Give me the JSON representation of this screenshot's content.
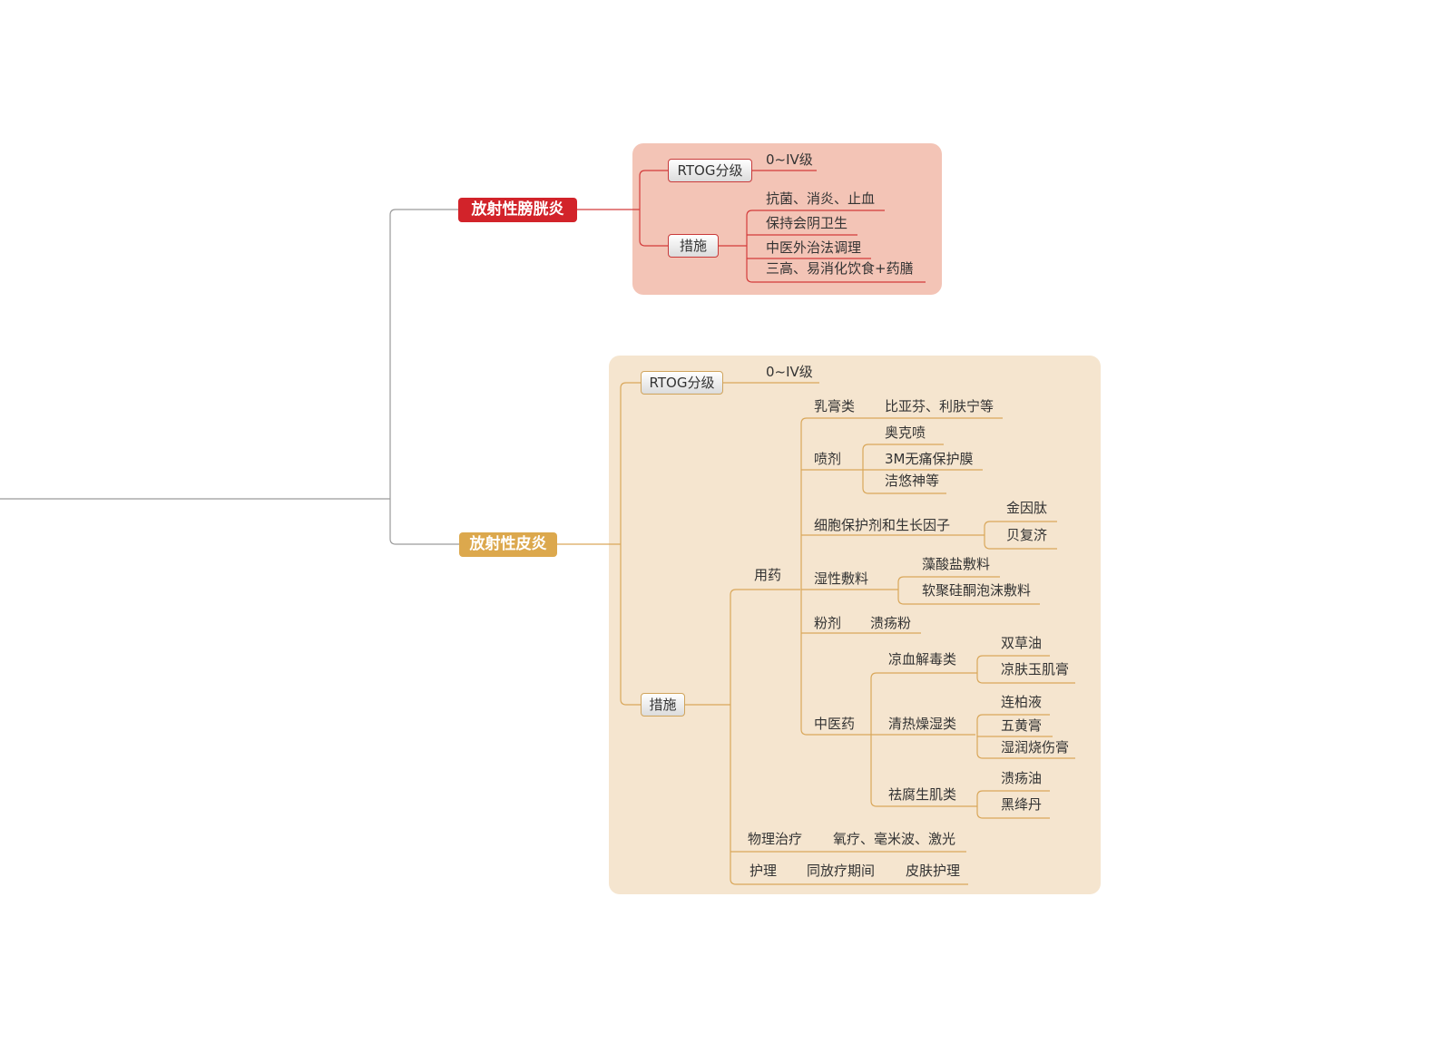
{
  "bladder": {
    "title": "放射性膀胱炎",
    "rtog": {
      "label": "RTOG分级",
      "value": "0~IV级"
    },
    "measures": {
      "label": "措施",
      "items": [
        "抗菌、消炎、止血",
        "保持会阴卫生",
        "中医外治法调理",
        "三高、易消化饮食+药膳"
      ]
    }
  },
  "skin": {
    "title": "放射性皮炎",
    "rtog": {
      "label": "RTOG分级",
      "value": "0~IV级"
    },
    "measures": {
      "label": "措施",
      "medication": {
        "label": "用药",
        "cream": {
          "label": "乳膏类",
          "items": [
            "比亚芬、利肤宁等"
          ]
        },
        "spray": {
          "label": "喷剂",
          "items": [
            "奥克喷",
            "3M无痛保护膜",
            "洁悠神等"
          ]
        },
        "cytoprotect": {
          "label": "细胞保护剂和生长因子",
          "items": [
            "金因肽",
            "贝复济"
          ]
        },
        "wet_dressing": {
          "label": "湿性敷料",
          "items": [
            "藻酸盐敷料",
            "软聚硅酮泡沫敷料"
          ]
        },
        "powder": {
          "label": "粉剂",
          "items": [
            "溃疡粉"
          ]
        },
        "tcm": {
          "label": "中医药",
          "groups": [
            {
              "label": "凉血解毒类",
              "items": [
                "双草油",
                "凉肤玉肌膏"
              ]
            },
            {
              "label": "清热燥湿类",
              "items": [
                "连柏液",
                "五黄膏",
                "湿润烧伤膏"
              ]
            },
            {
              "label": "祛腐生肌类",
              "items": [
                "溃疡油",
                "黑绛丹"
              ]
            }
          ]
        }
      },
      "physio": {
        "label": "物理治疗",
        "value": "氧疗、毫米波、激光"
      },
      "nursing": {
        "label": "护理",
        "value": "同放疗期间",
        "detail": "皮肤护理"
      }
    }
  },
  "colors": {
    "bladder_topic": "#d2232a",
    "bladder_panel": "#f3c4b6",
    "skin_topic": "#dca84d",
    "skin_panel": "#f5e5cf",
    "red_line": "#d33b3b",
    "gold_line": "#d9a75a",
    "grey_line": "#9a9a9a"
  }
}
